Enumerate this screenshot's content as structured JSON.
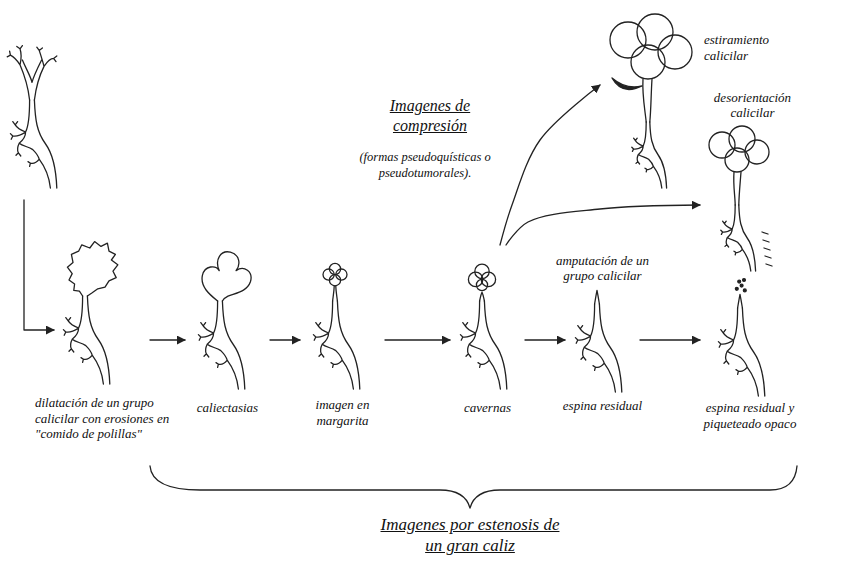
{
  "diagram": {
    "nodes": [
      {
        "text": [
          "dilatación de un grupo calicilar con erosiones en \"comido de polillas\""
        ]
      },
      {
        "text": [
          "caliectasias"
        ]
      },
      {
        "text": [
          "imagen en margarita"
        ]
      },
      {
        "text": [
          "cavernas"
        ]
      },
      {
        "text": [
          "amputación de un grupo calicilar",
          "espina residual"
        ]
      },
      {
        "text": [
          "espina residual y piqueteado opaco"
        ]
      },
      {
        "text": [
          "estiramiento calicilar"
        ]
      },
      {
        "text": [
          "desorientación calicilar"
        ]
      }
    ],
    "edges": [
      {
        "from": 0,
        "to": 1,
        "arrow": "to"
      },
      {
        "from": 1,
        "to": 2,
        "arrow": "to"
      },
      {
        "from": 2,
        "to": 3,
        "arrow": "to"
      },
      {
        "from": 3,
        "to": 4,
        "arrow": "to"
      },
      {
        "from": 4,
        "to": 5,
        "arrow": "to"
      },
      {
        "from": 3,
        "to": 6,
        "arrow": "to"
      },
      {
        "from": 3,
        "to": 7,
        "arrow": "to"
      }
    ],
    "labels": [
      "Imagenes de compresión",
      "(formas pseudoquísticas o pseudotumorales).",
      "Imagenes por estenosis de un gran caliz"
    ]
  }
}
